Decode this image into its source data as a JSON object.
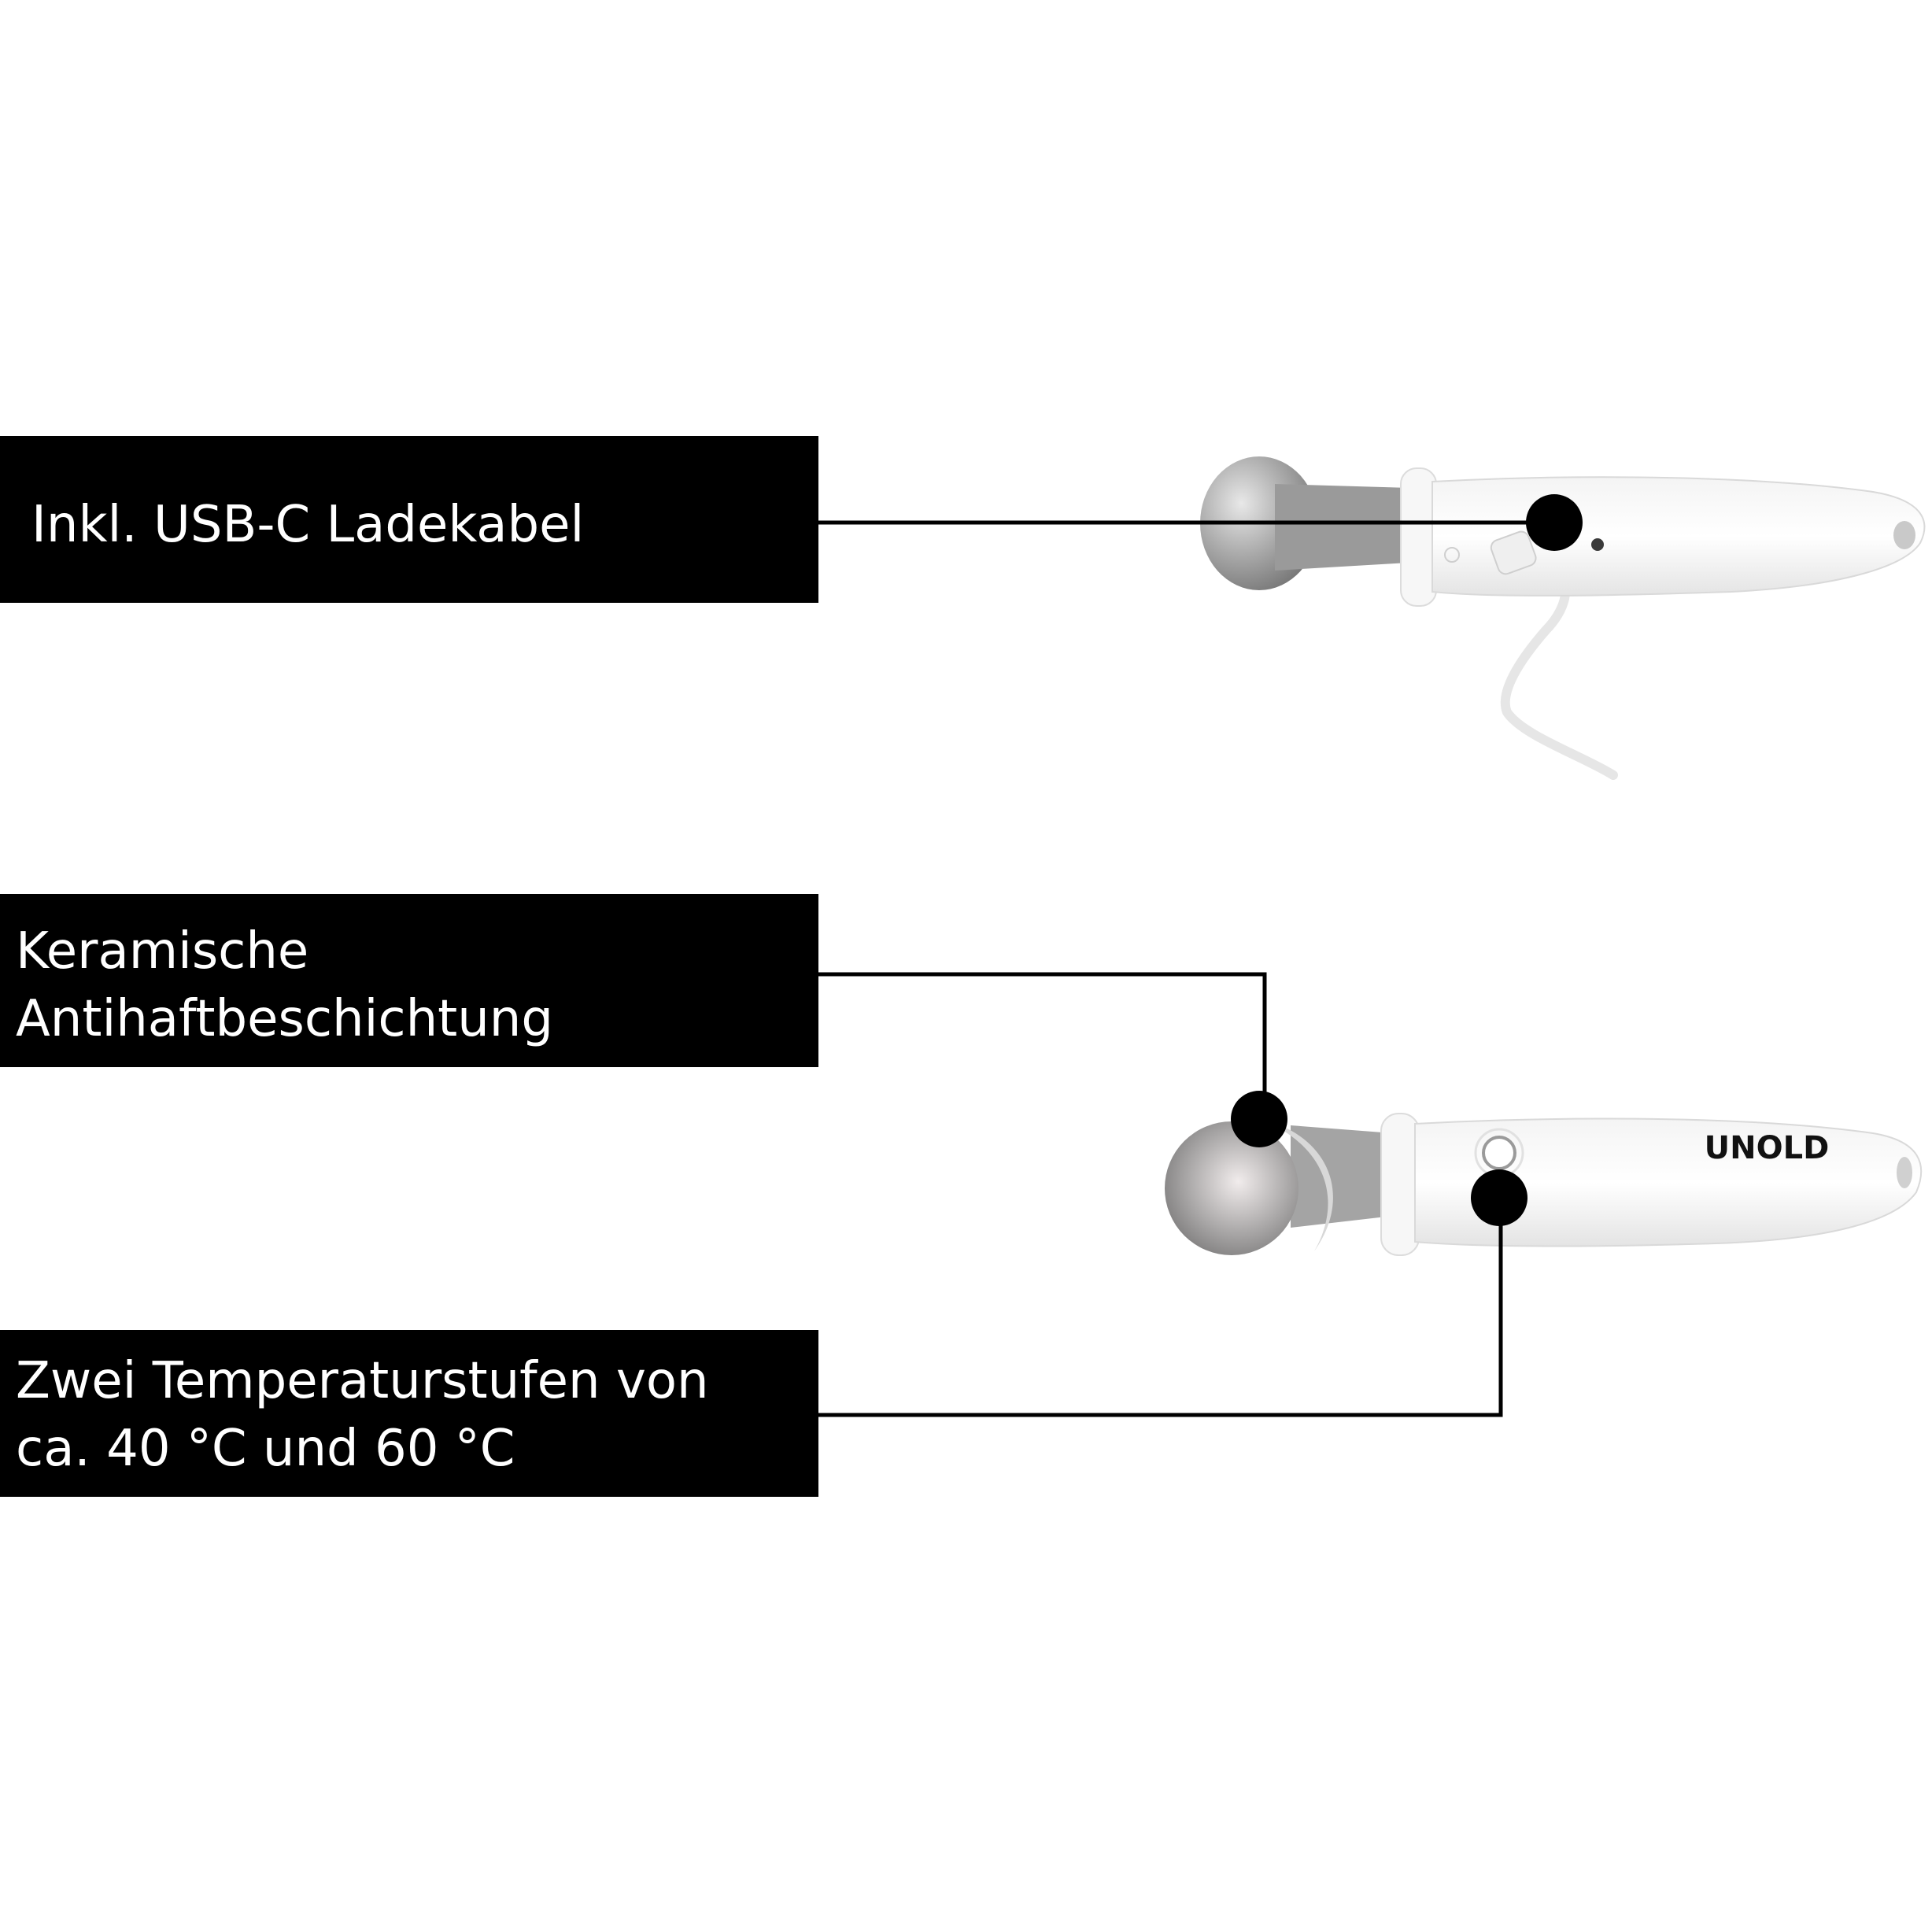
{
  "callouts": [
    {
      "text": "Inkl. USB-C Ladekabel"
    },
    {
      "text": "Keramische\nAntihaftbeschichtung"
    },
    {
      "text": "Zwei Temperaturstufen von\nca. 40 °C und 60 °C"
    }
  ],
  "brand": {
    "logo_text": "UNOLD"
  },
  "colors": {
    "label_bg": "#000000",
    "label_text": "#ffffff",
    "handle": "#ffffff",
    "scoop": "#a9a9a9",
    "line": "#000000"
  }
}
